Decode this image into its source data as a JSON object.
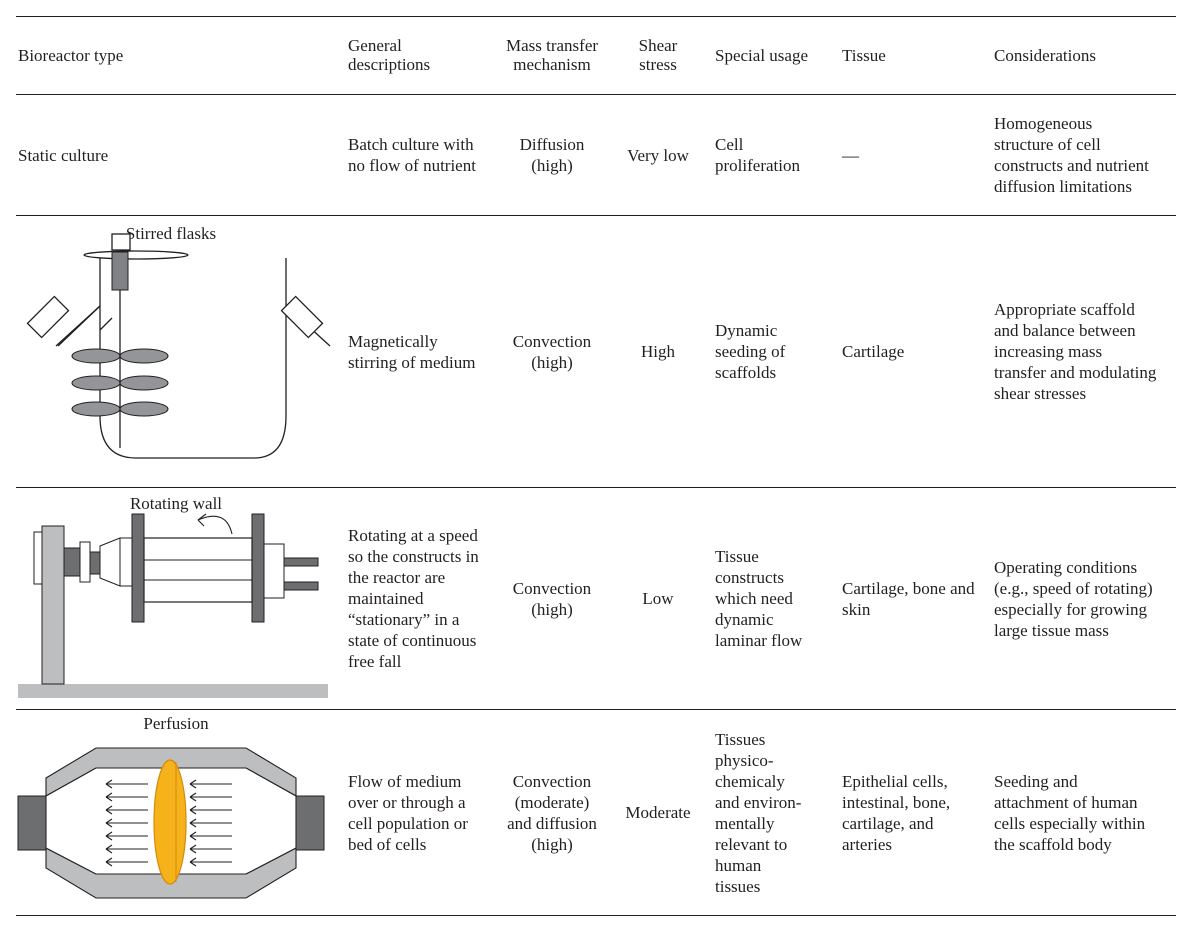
{
  "headers": [
    "Bioreactor type",
    "General descriptions",
    "Mass transfer mechanism",
    "Shear stress",
    "Special usage",
    "Tissue",
    "Considerations"
  ],
  "rows": [
    {
      "type": "Static culture",
      "description": "Batch culture with no flow of nutrient",
      "mass_transfer": "Diffusion (high)",
      "shear": "Very low",
      "usage": "Cell proliferation",
      "tissue": "—",
      "considerations": "Homogeneous structure of cell constructs and nutrient diffusion limitations"
    },
    {
      "type": "Stirred flasks",
      "description": "Magnetically stirring of medium",
      "mass_transfer": "Convection (high)",
      "shear": "High",
      "usage": "Dynamic seeding of scaffolds",
      "tissue": "Cartilage",
      "considerations": "Appropriate scaffold and balance between increasing mass transfer and modulating shear stresses"
    },
    {
      "type": "Rotating wall",
      "description": "Rotating at a speed so the constructs in the reactor are maintained “stationary” in a state of continuous free fall",
      "mass_transfer": "Convection (high)",
      "shear": "Low",
      "usage": "Tissue constructs which need dynamic laminar flow",
      "tissue": "Cartilage, bone and skin",
      "considerations": "Operating conditions (e.g., speed of rotating) especially for growing large tissue mass"
    },
    {
      "type": "Perfusion",
      "description": "Flow of medium over or through a cell population or bed of cells",
      "mass_transfer": "Convection (moderate) and diffusion (high)",
      "shear": "Moderate",
      "usage": "Tissues physico-chemicaly and environ-mentally relevant to human tissues",
      "tissue": "Epithelial cells, intestinal, bone, cartilage, and arteries",
      "considerations": "Seeding and attachment of human cells especially within the scaffold body"
    }
  ],
  "colors": {
    "text": "#231f20",
    "device_gray": "#6d6e70",
    "light_gray": "#bcbec0",
    "scaffold": "#f5b21b"
  }
}
